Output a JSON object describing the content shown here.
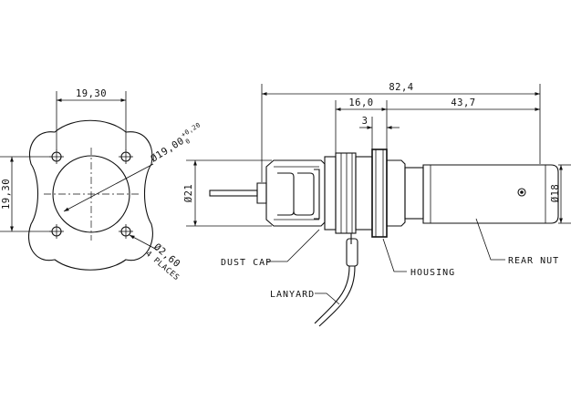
{
  "flange_view": {
    "width_dim": "19,30",
    "height_dim": "19,30",
    "bore_dim": "Ø19,00",
    "bore_tol_upper": "+0,20",
    "bore_tol_lower": "0",
    "hole_dim": "Ø2,60",
    "hole_note": "4 PLACES"
  },
  "side_view": {
    "overall_length": "82,4",
    "dim_16": "16,0",
    "dim_43": "43,7",
    "dim_3": "3",
    "dia_21": "Ø21",
    "dia_18": "Ø18"
  },
  "callouts": {
    "dust_cap": "DUST CAP",
    "housing": "HOUSING",
    "rear_nut": "REAR NUT",
    "lanyard": "LANYARD"
  }
}
